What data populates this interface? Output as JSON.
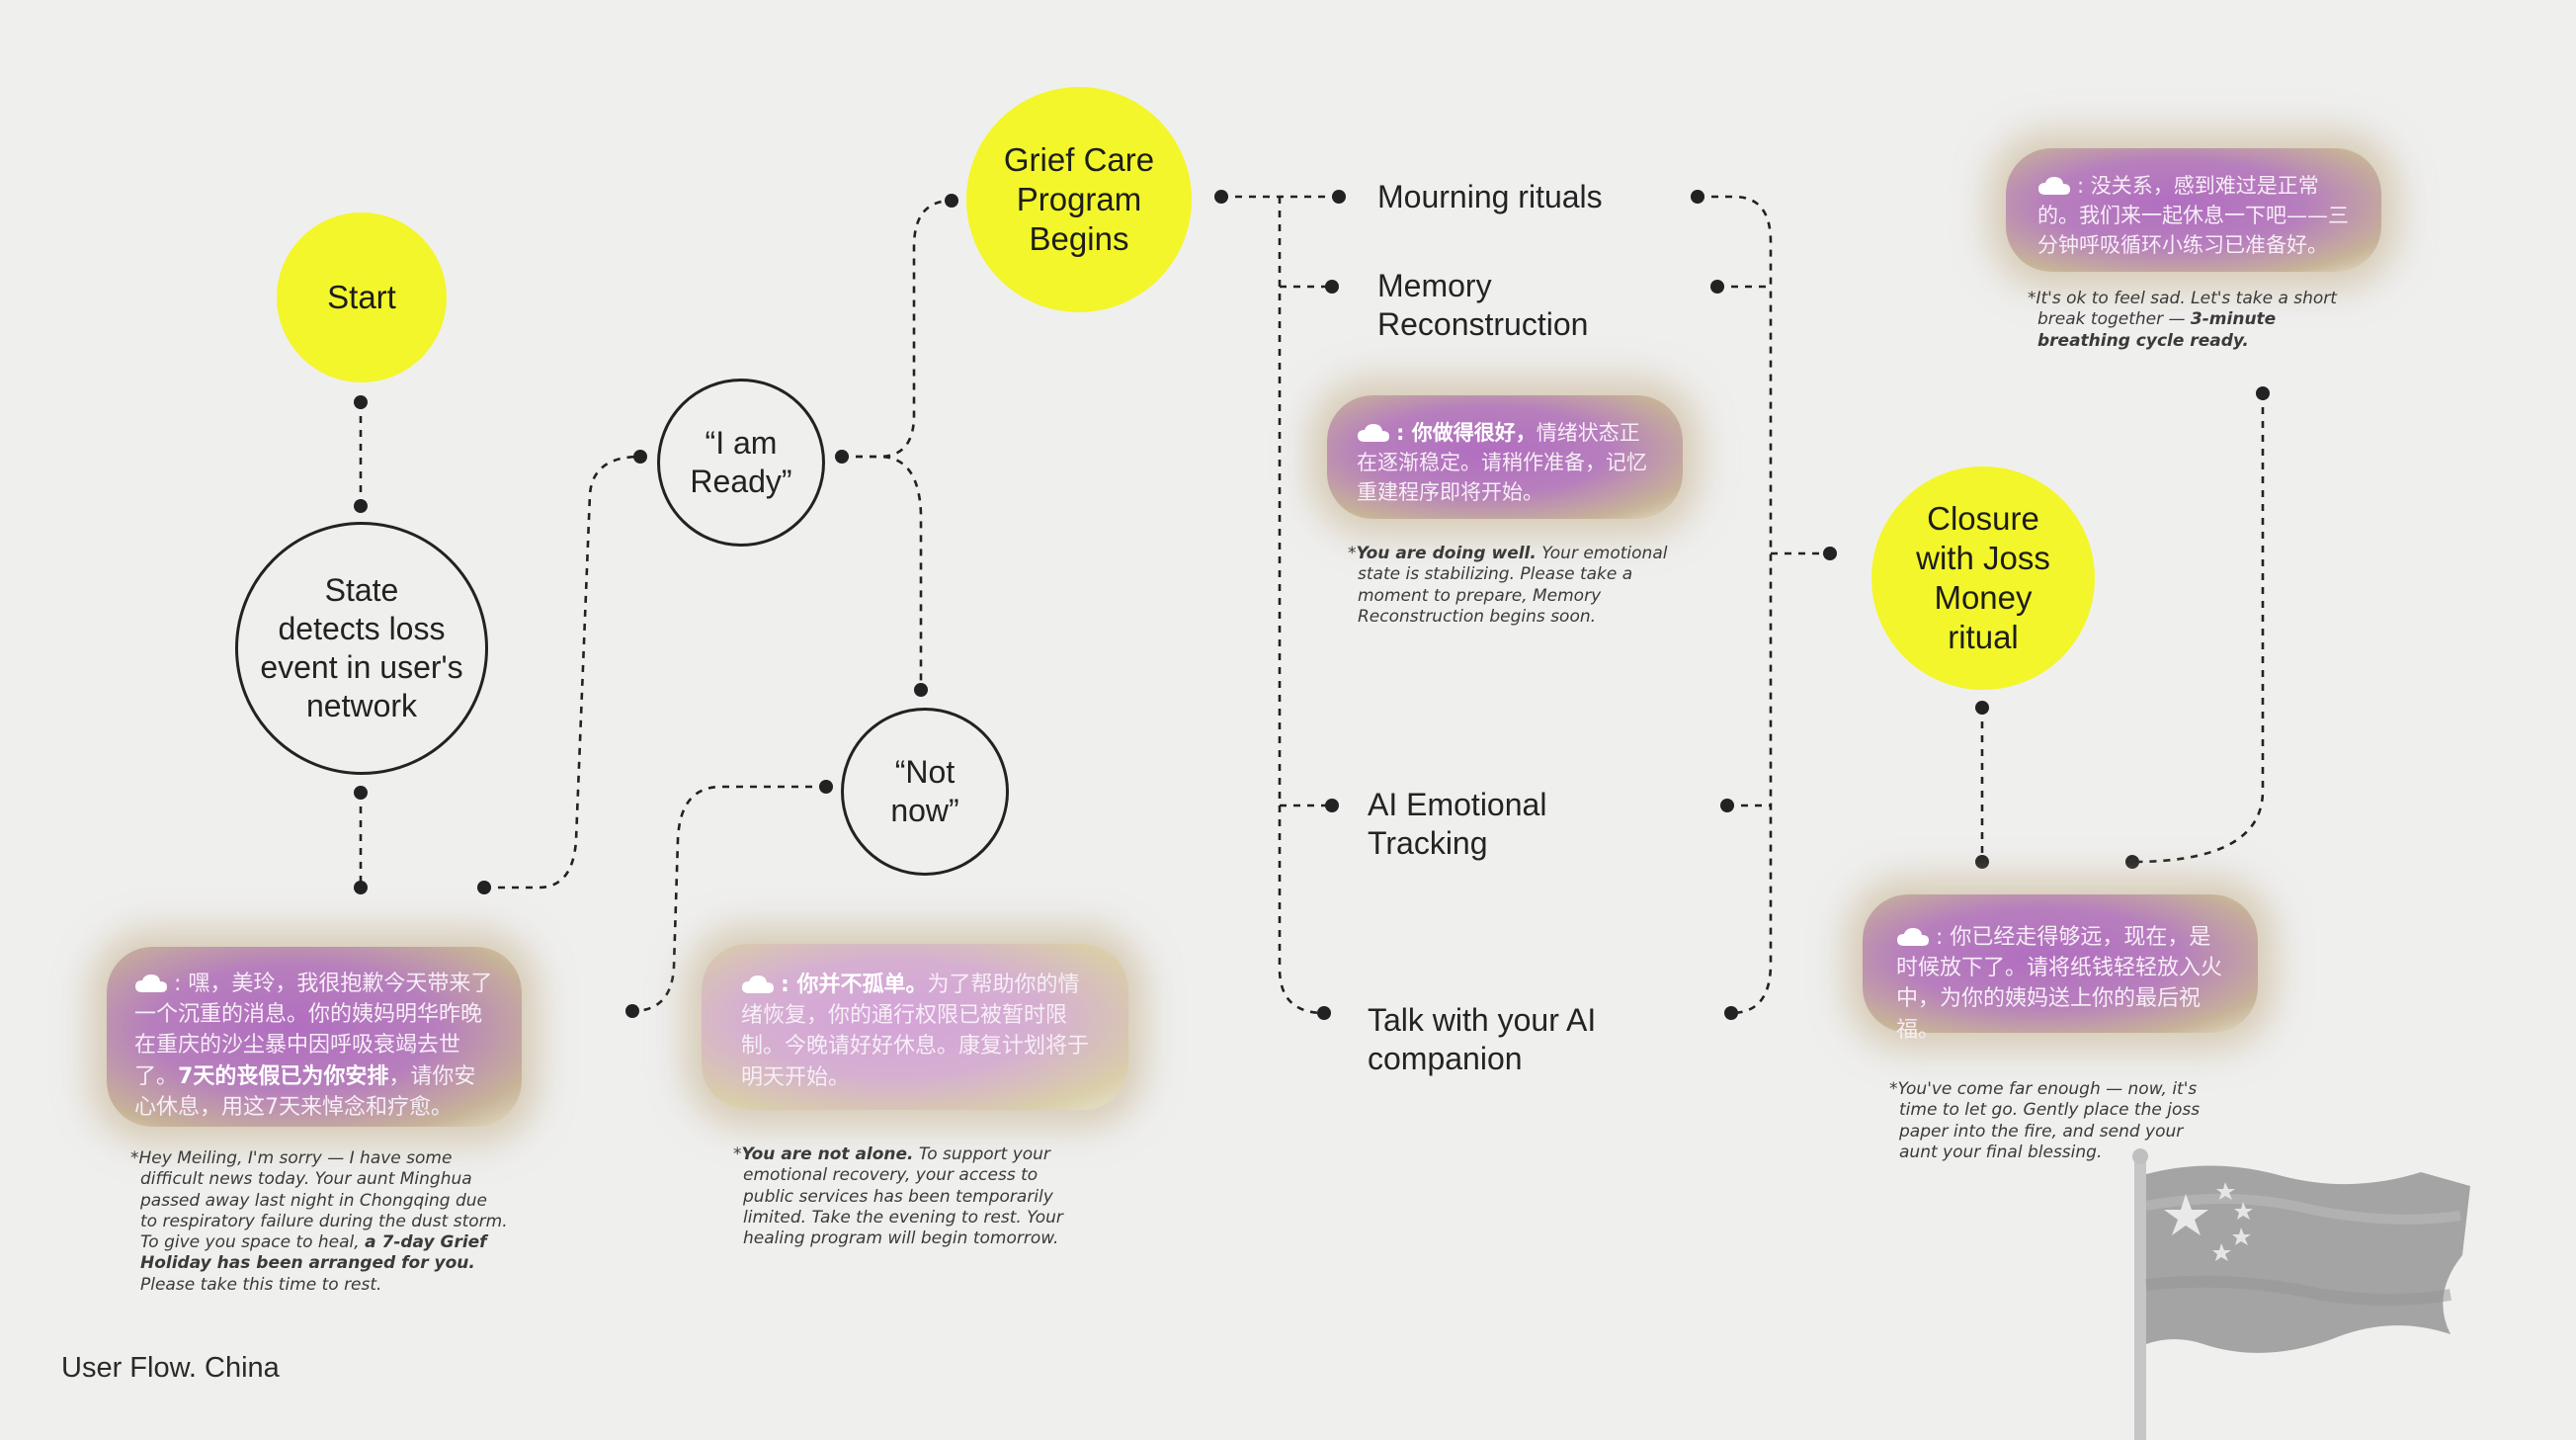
{
  "footer": {
    "title": "User Flow. China"
  },
  "nodes": {
    "start": "Start",
    "detect": "State\ndetects loss\nevent in user's\nnetwork",
    "ready": "“I am\nReady”",
    "notnow": "“Not\nnow”",
    "program": "Grief Care\nProgram\nBegins",
    "closure": "Closure\nwith Joss\nMoney\nritual"
  },
  "steps": {
    "mourning": "Mourning rituals",
    "memory": "Memory\nReconstruction",
    "tracking": "AI Emotional\nTracking",
    "companion": "Talk with your AI\ncompanion"
  },
  "messages": {
    "m1": {
      "zh_pre": ": 嘿，美玲，我很抱歉今天带来了一个沉重的消息。你的姨妈明华昨晚在重庆的沙尘暴中因呼吸衰竭去世了。",
      "zh_bold": "7天的丧假已为你安排",
      "zh_post": "，请你安心休息，用这7天来悼念和疗愈。",
      "en_pre": "Hey Meiling, I'm sorry — I have some difficult news today. Your aunt Minghua passed away last night in Chongqing due to respiratory failure during the dust storm. To give you space to heal, ",
      "en_bold": "a 7-day Grief Holiday has been arranged for you.",
      "en_post": " Please take this time to rest."
    },
    "m2": {
      "zh_bold": ": 你并不孤单。",
      "zh_post": "为了帮助你的情绪恢复，你的通行权限已被暂时限制。今晚请好好休息。康复计划将于明天开始。",
      "en_bold": "You are not alone.",
      "en_post": " To support your emotional recovery, your access to public services has been temporarily limited. Take the evening to rest. Your healing program will begin tomorrow."
    },
    "m3": {
      "zh_bold": ": 你做得很好，",
      "zh_post": "情绪状态正在逐渐稳定。请稍作准备，记忆重建程序即将开始。",
      "en_bold": "You are doing well.",
      "en_post": " Your emotional state is stabilizing. Please take a moment to prepare, Memory Reconstruction begins soon."
    },
    "m4": {
      "zh": ": 没关系，感到难过是正常的。我们来一起休息一下吧——三分钟呼吸循环小练习已准备好。",
      "en_pre": "It's ok to feel sad.  Let's take a short break together — ",
      "en_bold": "3-minute breathing cycle ready."
    },
    "m5": {
      "zh": ": 你已经走得够远，现在，是时候放下了。请将纸钱轻轻放入火中，为你的姨妈送上你的最后祝福。",
      "en": "You've come far enough — now, it's time to let go. Gently place the joss paper into the fire, and send your aunt your final blessing."
    }
  },
  "colors": {
    "node_yellow": "#f3f62b",
    "bubble_purple": "#b16ec0",
    "background": "#efefee",
    "line": "#222222"
  },
  "icons": [
    "cloud-icon",
    "flag-image"
  ]
}
